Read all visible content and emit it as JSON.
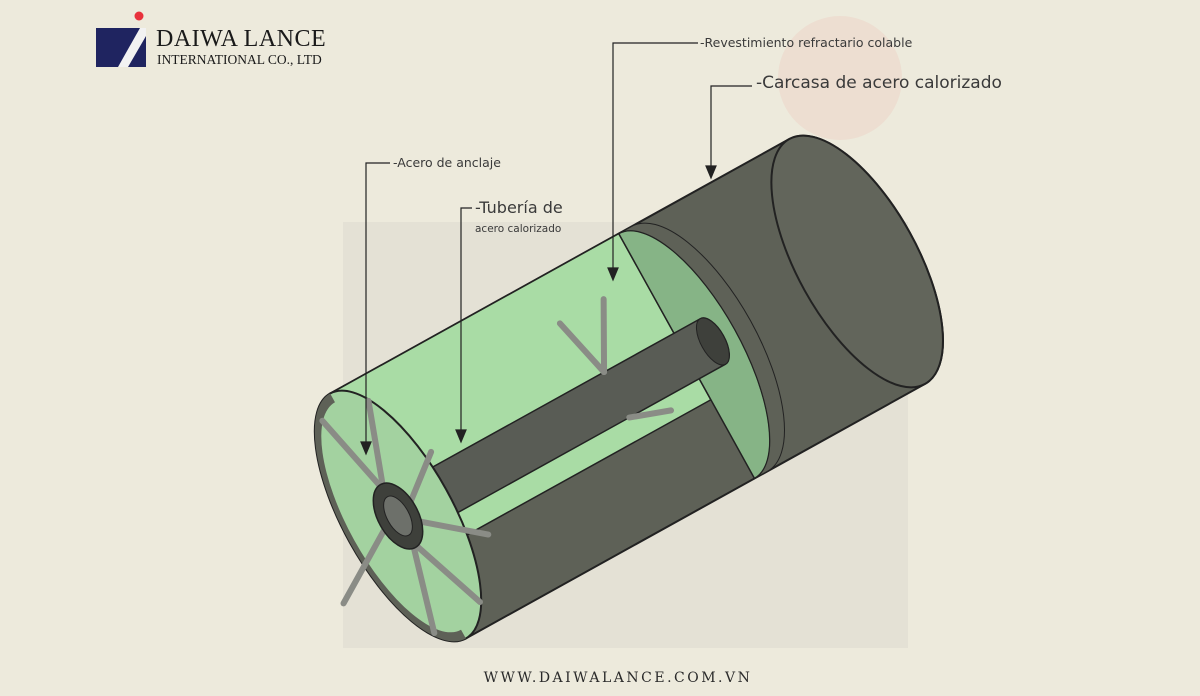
{
  "logo": {
    "name": "DAIWA LANCE",
    "subtitle": "INTERNATIONAL CO., LTD"
  },
  "labels": {
    "refractory": "-Revestimiento refractario colable",
    "shell": "-Carcasa de acero calorizado",
    "anchor": "-Acero de anclaje",
    "pipe_line1": "-Tubería de",
    "pipe_line2": "acero calorizado"
  },
  "footer": {
    "website": "WWW.DAIWALANCE.COM.VN"
  },
  "colors": {
    "background": "#edeadc",
    "shell": "#5e6157",
    "refractory": "#a9dca5",
    "logo_blue": "#1f2460",
    "logo_dot": "#e8323c"
  }
}
